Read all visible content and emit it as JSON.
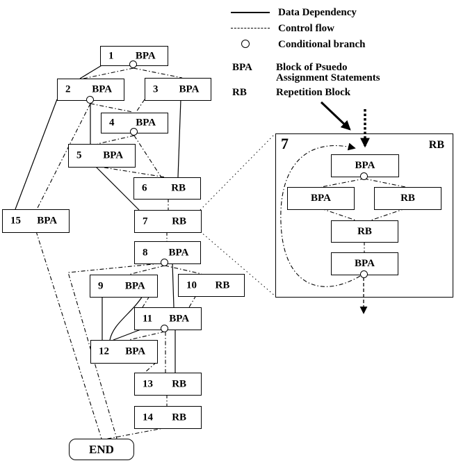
{
  "legend": {
    "data_dependency": "Data Dependency",
    "control_flow": "Control flow",
    "conditional_branch": "Conditional branch",
    "bpa_abbr": "BPA",
    "bpa_desc_line1": "Block of Psuedo",
    "bpa_desc_line2": "Assignment Statements",
    "rb_abbr": "RB",
    "rb_desc": "Repetition Block"
  },
  "nodes": [
    {
      "id": "1",
      "type": "BPA"
    },
    {
      "id": "2",
      "type": "BPA"
    },
    {
      "id": "3",
      "type": "BPA"
    },
    {
      "id": "4",
      "type": "BPA"
    },
    {
      "id": "5",
      "type": "BPA"
    },
    {
      "id": "6",
      "type": "RB"
    },
    {
      "id": "7",
      "type": "RB"
    },
    {
      "id": "8",
      "type": "BPA"
    },
    {
      "id": "9",
      "type": "BPA"
    },
    {
      "id": "10",
      "type": "RB"
    },
    {
      "id": "11",
      "type": "BPA"
    },
    {
      "id": "12",
      "type": "BPA"
    },
    {
      "id": "13",
      "type": "RB"
    },
    {
      "id": "14",
      "type": "RB"
    },
    {
      "id": "15",
      "type": "BPA"
    }
  ],
  "end_node": {
    "label": "END"
  },
  "detail_view": {
    "id": "7",
    "type": "RB",
    "children": [
      {
        "type": "BPA"
      },
      {
        "type": "BPA"
      },
      {
        "type": "RB"
      },
      {
        "type": "RB"
      },
      {
        "type": "BPA"
      }
    ]
  },
  "colors": {
    "line": "#000000",
    "background": "#ffffff"
  }
}
